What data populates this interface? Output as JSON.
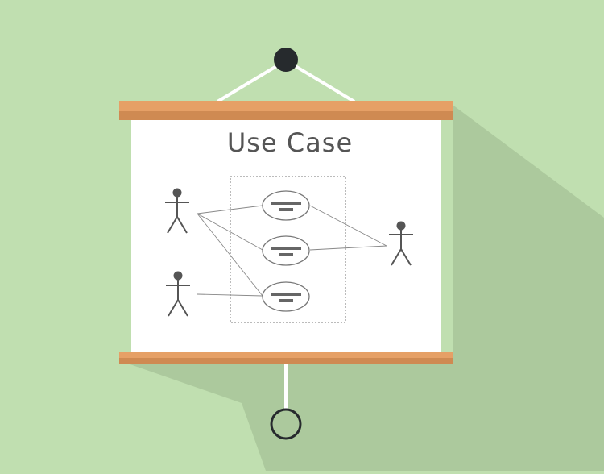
{
  "diagram": {
    "title": "Use Case",
    "kind": "use-case",
    "actors": [
      "actor-1",
      "actor-2",
      "actor-3"
    ],
    "use_cases": [
      "use-case-1",
      "use-case-2",
      "use-case-3"
    ],
    "associations": [
      [
        "actor-1",
        "use-case-1"
      ],
      [
        "actor-1",
        "use-case-2"
      ],
      [
        "actor-1",
        "use-case-3"
      ],
      [
        "actor-2",
        "use-case-3"
      ],
      [
        "actor-3",
        "use-case-1"
      ],
      [
        "actor-3",
        "use-case-2"
      ]
    ]
  },
  "colors": {
    "background": "#c0dfb0",
    "shadow": "#acc99d",
    "screen": "#ffffff",
    "roller": "#e6a066",
    "roller_shade": "#cf8a52",
    "ink": "#555555",
    "hanger": "#262a2d"
  }
}
